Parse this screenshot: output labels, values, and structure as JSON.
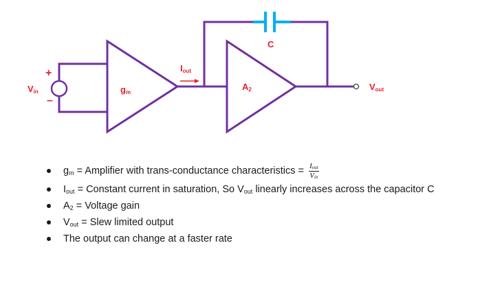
{
  "colors": {
    "wire": "#7030a0",
    "label": "#e8202a",
    "capacitor": "#00b0f0",
    "text": "#1a1a1a"
  },
  "diagram": {
    "vin_base": "V",
    "vin_sub": "in",
    "plus_sign": "+",
    "minus_sign": "–",
    "gm_base": "g",
    "gm_sub": "m",
    "iout_base": "I",
    "iout_sub": "out",
    "a2_base": "A",
    "a2_sub": "2",
    "cap_label": "C",
    "vout_base": "V",
    "vout_sub": "out"
  },
  "bullets": [
    {
      "sym_base": "g",
      "sym_sub": "m",
      "text": " = Amplifier with trans-conductance characteristics = ",
      "frac_num_base": "I",
      "frac_num_sub": "out",
      "frac_den_base": "V",
      "frac_den_sub": "in"
    },
    {
      "sym_base": "I",
      "sym_sub": "out",
      "text": " = Constant current in saturation, So V",
      "sym2_sub": "out",
      "text2": " linearly increases across the capacitor C"
    },
    {
      "sym_base": "A",
      "sym_sub": "2",
      "text": " = Voltage gain"
    },
    {
      "sym_base": "V",
      "sym_sub": "out",
      "text": " = Slew limited output"
    },
    {
      "text": "The output can change at a faster rate"
    }
  ]
}
